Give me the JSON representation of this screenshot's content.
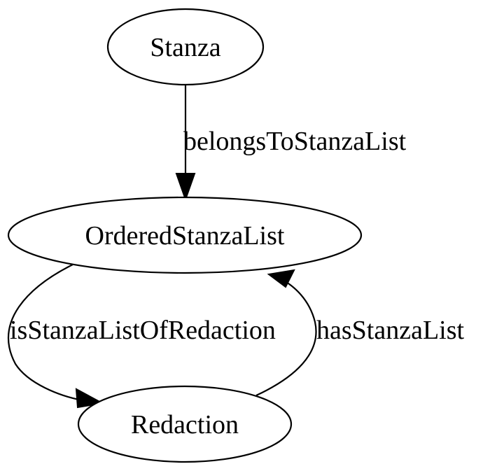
{
  "graph": {
    "nodes": {
      "stanza": {
        "label": "Stanza"
      },
      "ordered_stanza_list": {
        "label": "OrderedStanzaList"
      },
      "redaction": {
        "label": "Redaction"
      }
    },
    "edges": [
      {
        "label": "belongsToStanzaList",
        "from": "Stanza",
        "to": "OrderedStanzaList"
      },
      {
        "label": "isStanzaListOfRedaction",
        "from": "OrderedStanzaList",
        "to": "Redaction"
      },
      {
        "label": "hasStanzaList",
        "from": "Redaction",
        "to": "OrderedStanzaList"
      }
    ]
  },
  "colors": {
    "stroke": "#000000",
    "background": "#ffffff"
  }
}
